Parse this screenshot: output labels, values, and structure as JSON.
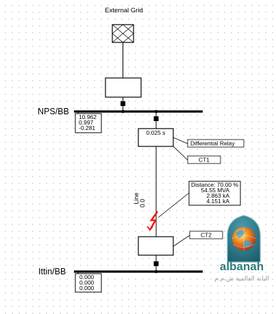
{
  "external_grid_label": "External Grid",
  "bus_top": {
    "name": "NPS/BB",
    "results": [
      "10.962",
      "0.997",
      "-0.281"
    ]
  },
  "bus_bottom": {
    "name": "Ittin/BB",
    "results": [
      "0.000",
      "0.000",
      "0.000"
    ]
  },
  "relay_box_text": "0.025 s",
  "line_label": "Line",
  "line_value": "0.0",
  "callouts": {
    "differential_relay": "Differential Relay",
    "ct1": "CT1",
    "ct2": "CT2"
  },
  "fault_results": [
    "Distance: 70.00 %",
    "54.55 MVA",
    "2.863 kA",
    "4.151 kA"
  ],
  "logo": {
    "brand": "albanah",
    "tagline": "البانة العالمية ش.م.م",
    "colors": {
      "brand": "#2f7c7b",
      "tagline": "#9a9a9a",
      "fault": "#e8201a"
    }
  }
}
